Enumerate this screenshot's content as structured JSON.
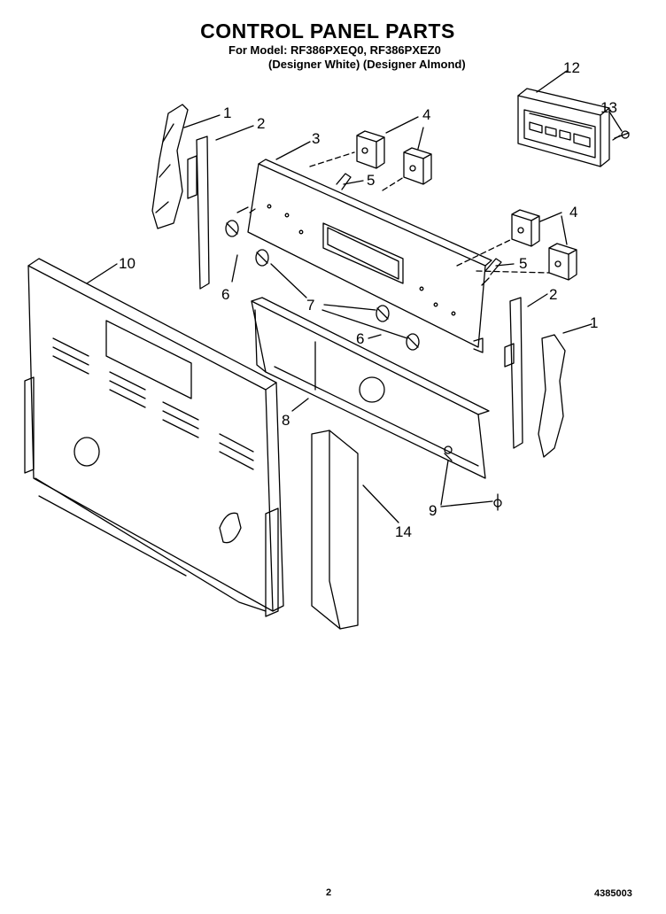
{
  "header": {
    "title": "CONTROL PANEL PARTS",
    "models_line": "For Model: RF386PXEQ0, RF386PXEZ0",
    "variants_line": "(Designer White) (Designer Almond)"
  },
  "callouts": [
    {
      "id": "c1a",
      "label": "1"
    },
    {
      "id": "c2a",
      "label": "2"
    },
    {
      "id": "c3",
      "label": "3"
    },
    {
      "id": "c4a",
      "label": "4"
    },
    {
      "id": "c5a",
      "label": "5"
    },
    {
      "id": "c12",
      "label": "12"
    },
    {
      "id": "c13",
      "label": "13"
    },
    {
      "id": "c4b",
      "label": "4"
    },
    {
      "id": "c5b",
      "label": "5"
    },
    {
      "id": "c10",
      "label": "10"
    },
    {
      "id": "c6a",
      "label": "6"
    },
    {
      "id": "c7",
      "label": "7"
    },
    {
      "id": "c2b",
      "label": "2"
    },
    {
      "id": "c1b",
      "label": "1"
    },
    {
      "id": "c6b",
      "label": "6"
    },
    {
      "id": "c8",
      "label": "8"
    },
    {
      "id": "c9",
      "label": "9"
    },
    {
      "id": "c14",
      "label": "14"
    }
  ],
  "footer": {
    "page_number": "2",
    "document_number": "4385003"
  }
}
